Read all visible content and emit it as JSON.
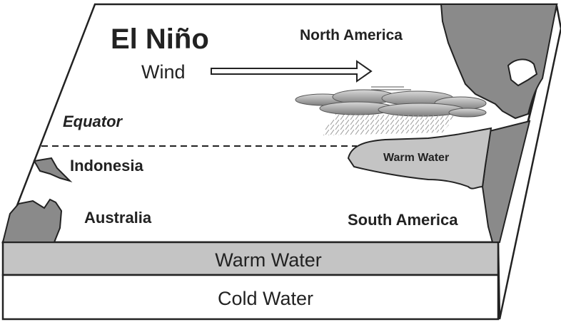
{
  "title": "El Niño",
  "labels": {
    "wind": "Wind",
    "equator": "Equator",
    "north_america": "North America",
    "south_america": "South America",
    "indonesia": "Indonesia",
    "australia": "Australia",
    "warm_water_pool": "Warm Water",
    "warm_water_layer": "Warm Water",
    "cold_water_layer": "Cold Water"
  },
  "colors": {
    "land": "#8a8a8a",
    "warm_water": "#c4c4c4",
    "cold_water": "#ffffff",
    "ocean_surface": "#ffffff",
    "outline": "#222222",
    "cloud": "#bdbdbd",
    "cloud_dark": "#8c8c8c"
  },
  "icons": {
    "wind_arrow": "wind-arrow-icon",
    "storm_cloud": "storm-cloud-icon",
    "rain": "rain-icon"
  }
}
